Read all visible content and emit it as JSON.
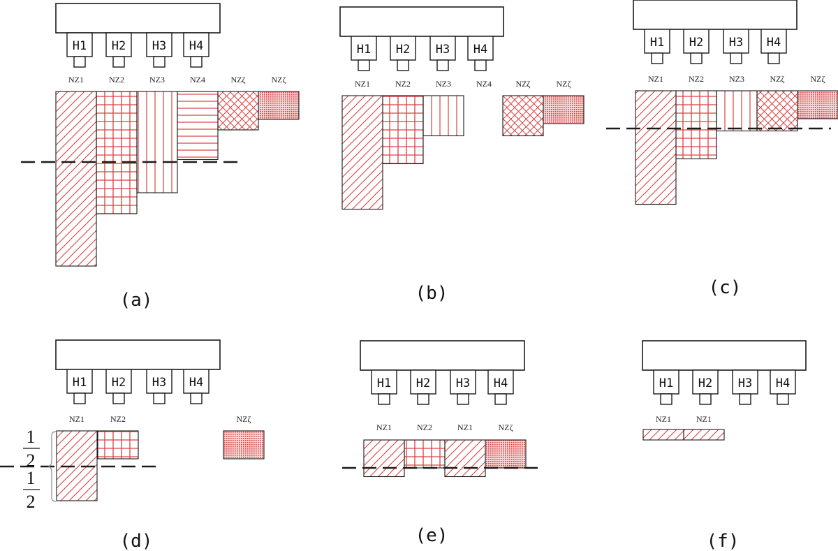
{
  "heads": [
    "H1",
    "H2",
    "H3",
    "H4"
  ],
  "panels": [
    {
      "id": "a",
      "caption": "(a)",
      "zones": [
        {
          "label": "NZ1",
          "fill": "diag",
          "depth": 5.0
        },
        {
          "label": "NZ2",
          "fill": "grid",
          "depth": 3.5
        },
        {
          "label": "NZ3",
          "fill": "vert",
          "depth": 2.9
        },
        {
          "label": "NZ4",
          "fill": "horz",
          "depth": 1.95
        },
        {
          "label": "NZζ",
          "fill": "cross",
          "depth": 1.1
        },
        {
          "label": "NZζ",
          "fill": "dense",
          "depth": 0.8
        }
      ]
    },
    {
      "id": "b",
      "caption": "(b)",
      "zones": [
        {
          "label": "NZ1",
          "fill": "diag",
          "depth": 3.25
        },
        {
          "label": "NZ2",
          "fill": "grid",
          "depth": 1.95
        },
        {
          "label": "NZ3",
          "fill": "vert",
          "depth": 1.15
        },
        {
          "label": "NZ4",
          "fill": "none",
          "depth": 0
        },
        {
          "label": "NZζ",
          "fill": "cross",
          "depth": 1.15
        },
        {
          "label": "NZζ",
          "fill": "dense",
          "depth": 0.8
        }
      ]
    },
    {
      "id": "c",
      "caption": "(c)",
      "zones": [
        {
          "label": "NZ1",
          "fill": "diag",
          "depth": 3.25
        },
        {
          "label": "NZ2",
          "fill": "grid",
          "depth": 1.95
        },
        {
          "label": "NZ3",
          "fill": "vert",
          "depth": 1.15
        },
        {
          "label": "NZζ",
          "fill": "cross",
          "depth": 1.15
        },
        {
          "label": "NZζ",
          "fill": "dense",
          "depth": 0.8
        }
      ]
    },
    {
      "id": "d",
      "caption": "(d)",
      "zones": [
        {
          "label": "NZ1",
          "fill": "diag",
          "depth": 2.0
        },
        {
          "label": "NZ2",
          "fill": "grid",
          "depth": 0.8
        },
        {
          "label": "NZζ",
          "fill": "dense",
          "depth": 0.8
        }
      ],
      "fractions": [
        {
          "numerator": "1",
          "denominator": "2"
        },
        {
          "numerator": "1",
          "denominator": "2"
        }
      ]
    },
    {
      "id": "e",
      "caption": "(e)",
      "zones": [
        {
          "label": "NZ1",
          "fill": "diag",
          "depth": 1.05
        },
        {
          "label": "NZ2",
          "fill": "grid",
          "depth": 0.8
        },
        {
          "label": "NZ1",
          "fill": "diag",
          "depth": 1.05
        },
        {
          "label": "NZζ",
          "fill": "dense",
          "depth": 0.8
        }
      ]
    },
    {
      "id": "f",
      "caption": "(f)",
      "zones": [
        {
          "label": "NZ1",
          "fill": "diag",
          "depth": 0.3
        },
        {
          "label": "NZ1",
          "fill": "diag",
          "depth": 0.3
        }
      ]
    }
  ],
  "colors": {
    "hatch": "#d94040",
    "outline": "#1a1a1a",
    "waterline": "#1a1a1a"
  }
}
